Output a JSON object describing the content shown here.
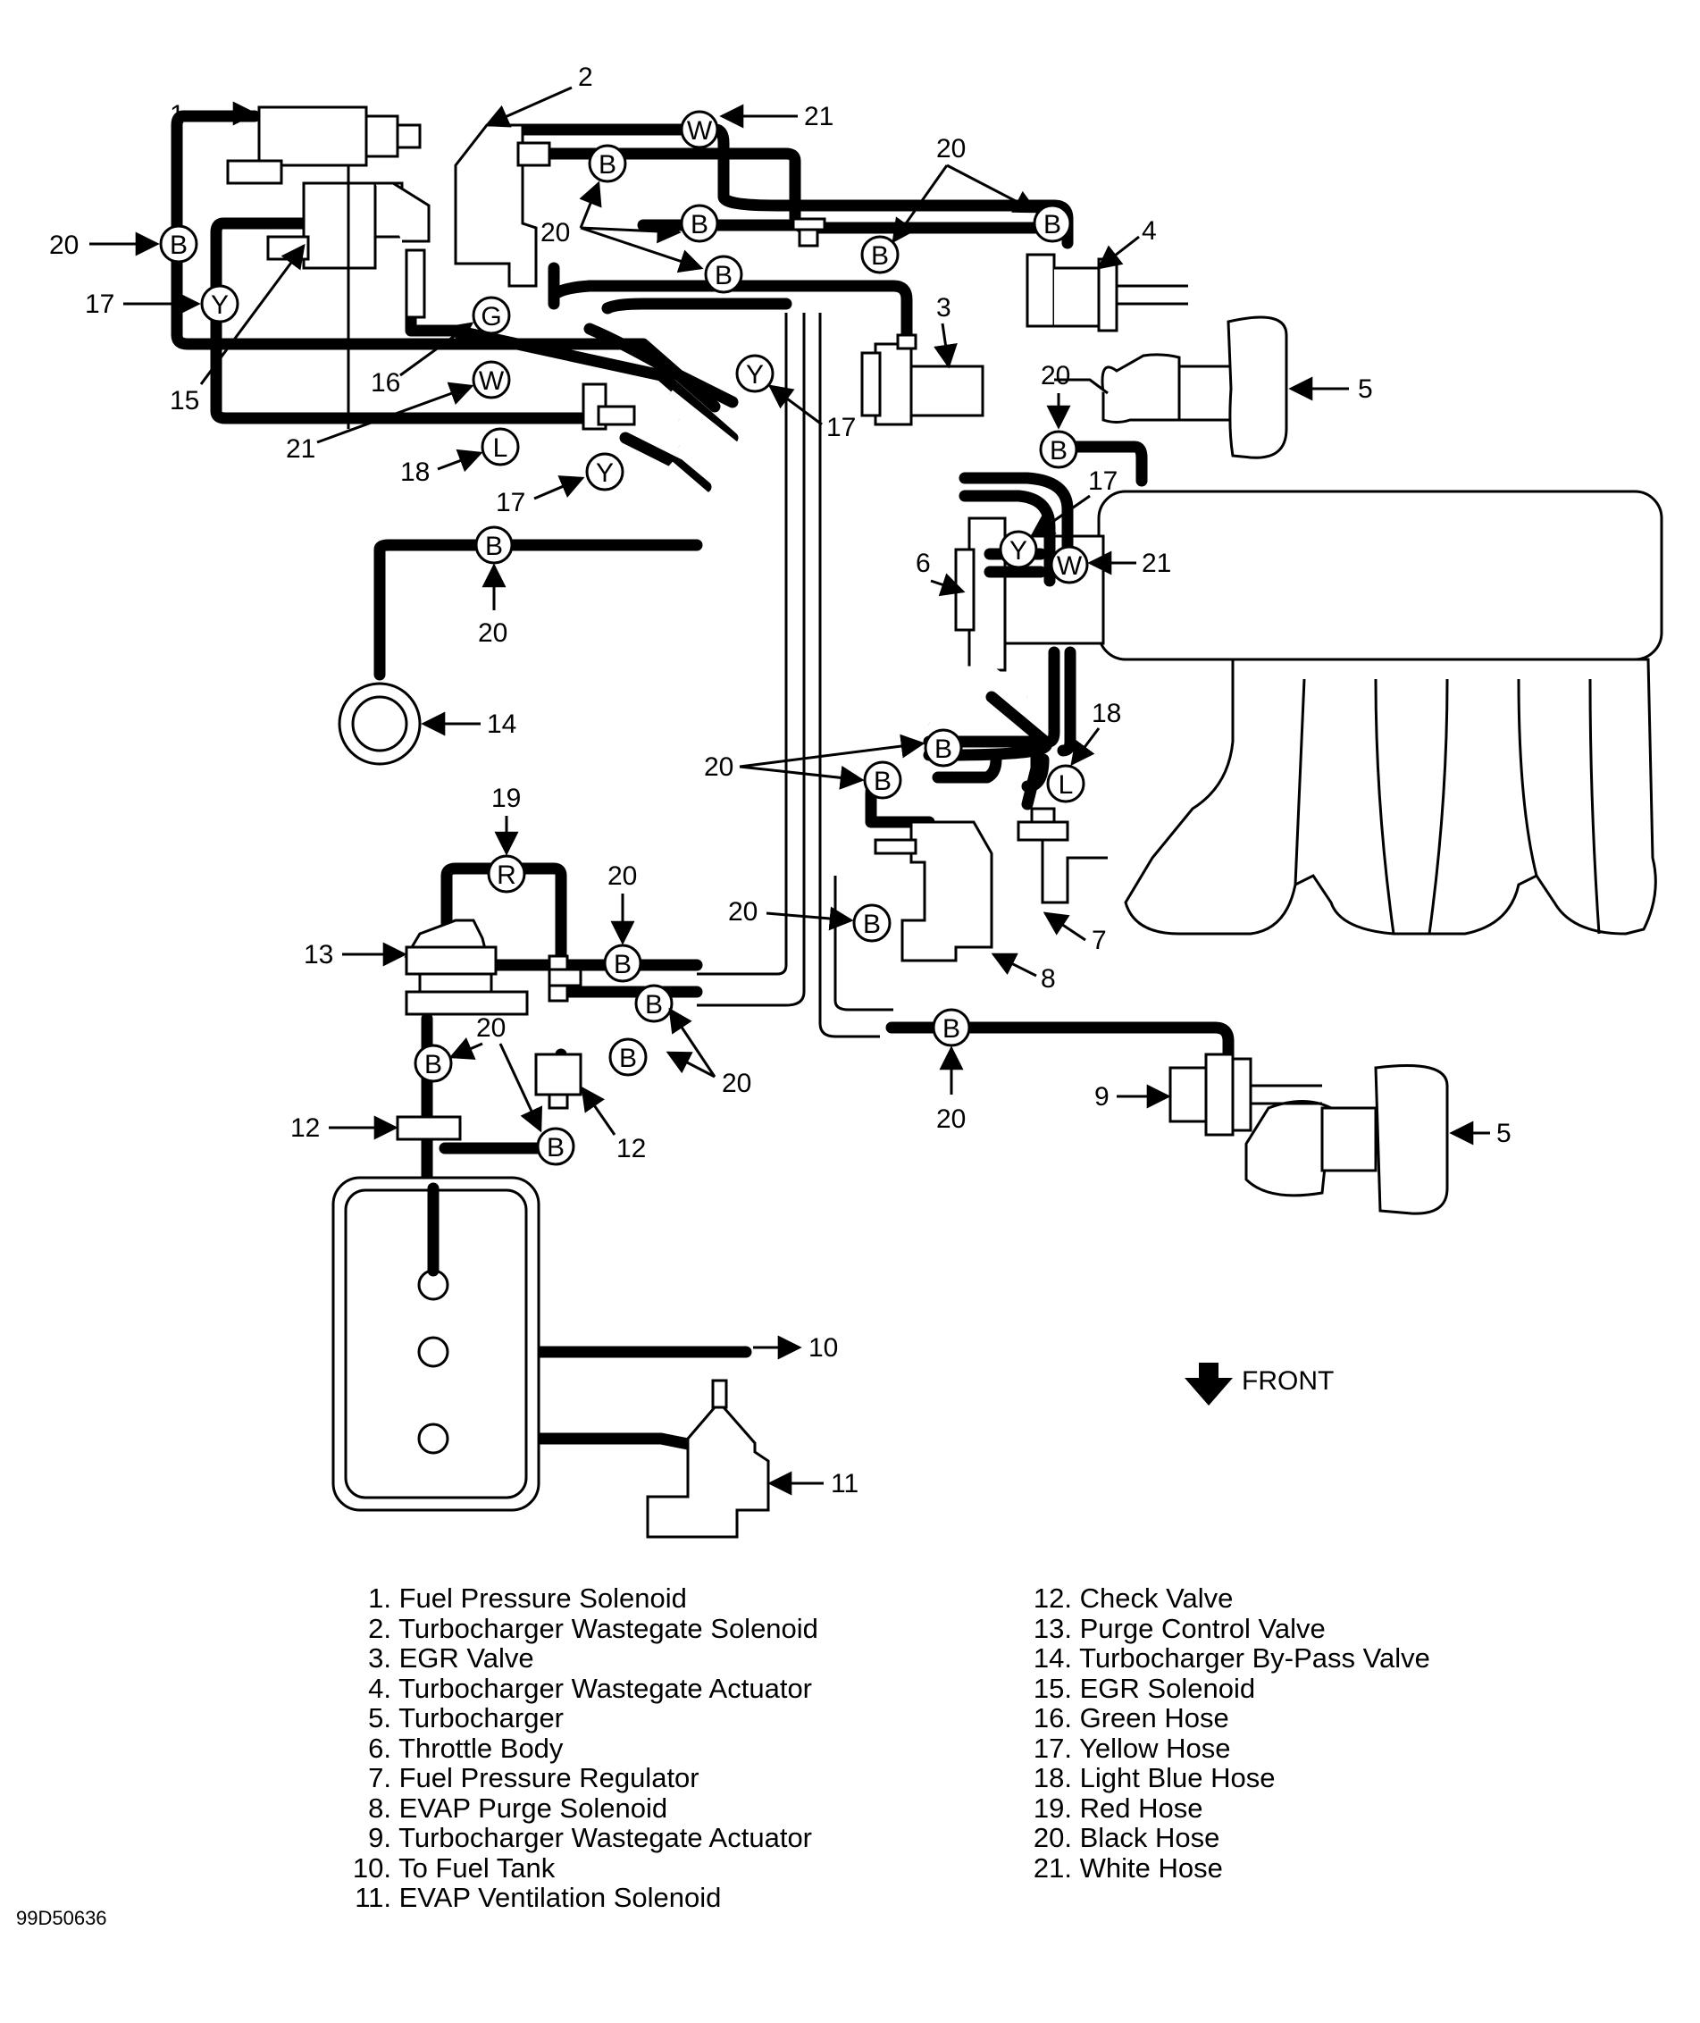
{
  "figure_id": "99D50636",
  "direction_label": "FRONT",
  "hose_codes": {
    "B": "B",
    "W": "W",
    "Y": "Y",
    "G": "G",
    "L": "L",
    "R": "R"
  },
  "callouts": [
    "1",
    "2",
    "3",
    "4",
    "5",
    "6",
    "7",
    "8",
    "9",
    "10",
    "11",
    "12",
    "13",
    "14",
    "15",
    "16",
    "17",
    "18",
    "19",
    "20",
    "21"
  ],
  "legend": {
    "left": [
      {
        "num": "1.",
        "text": "Fuel Pressure Solenoid"
      },
      {
        "num": "2.",
        "text": "Turbocharger Wastegate Solenoid"
      },
      {
        "num": "3.",
        "text": "EGR Valve"
      },
      {
        "num": "4.",
        "text": "Turbocharger Wastegate Actuator"
      },
      {
        "num": "5.",
        "text": "Turbocharger"
      },
      {
        "num": "6.",
        "text": "Throttle Body"
      },
      {
        "num": "7.",
        "text": "Fuel Pressure Regulator"
      },
      {
        "num": "8.",
        "text": "EVAP Purge Solenoid"
      },
      {
        "num": "9.",
        "text": "Turbocharger Wastegate Actuator"
      },
      {
        "num": "10.",
        "text": "To Fuel Tank"
      },
      {
        "num": "11.",
        "text": "EVAP Ventilation Solenoid"
      }
    ],
    "right": [
      {
        "num": "12.",
        "text": "Check Valve"
      },
      {
        "num": "13.",
        "text": "Purge Control Valve"
      },
      {
        "num": "14.",
        "text": "Turbocharger By-Pass Valve"
      },
      {
        "num": "15.",
        "text": "EGR Solenoid"
      },
      {
        "num": "16.",
        "text": "Green Hose"
      },
      {
        "num": "17.",
        "text": "Yellow Hose"
      },
      {
        "num": "18.",
        "text": "Light Blue Hose"
      },
      {
        "num": "19.",
        "text": "Red Hose"
      },
      {
        "num": "20.",
        "text": "Black Hose"
      },
      {
        "num": "21.",
        "text": "White Hose"
      }
    ]
  }
}
